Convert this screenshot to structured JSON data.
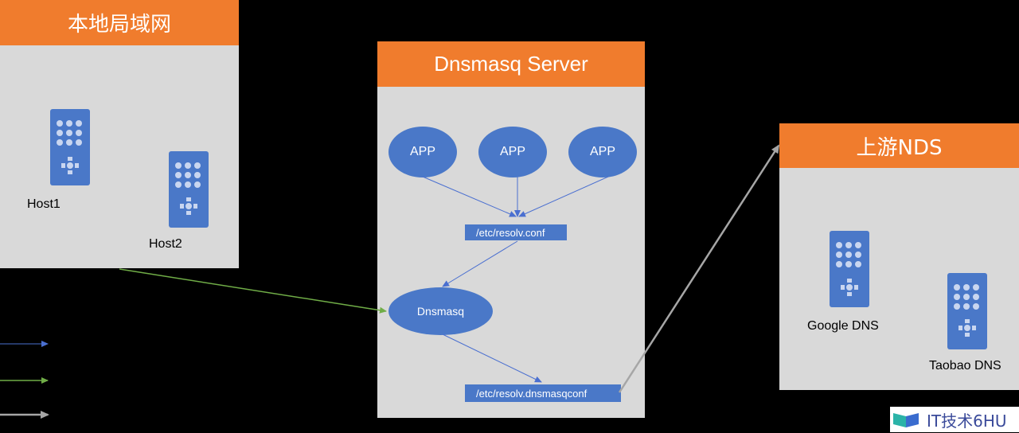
{
  "panels": {
    "local": {
      "title": "本地局域网"
    },
    "server": {
      "title": "Dnsmasq Server"
    },
    "upstream": {
      "title": "上游NDS"
    }
  },
  "hosts": [
    "Host1",
    "Host2"
  ],
  "apps": [
    "APP",
    "APP",
    "APP"
  ],
  "files": {
    "resolv": "/etc/resolv.conf",
    "dnsmasq_conf": "/etc/resolv.dnsmasqconf"
  },
  "dnsmasq_node": "Dnsmasq",
  "upstream_servers": [
    "Google DNS",
    "Taobao DNS"
  ],
  "legend": [
    {
      "color": "#4a6fd0"
    },
    {
      "color": "#70ad47"
    },
    {
      "color": "#a6a6a6"
    }
  ],
  "watermark": "IT技术6HU"
}
